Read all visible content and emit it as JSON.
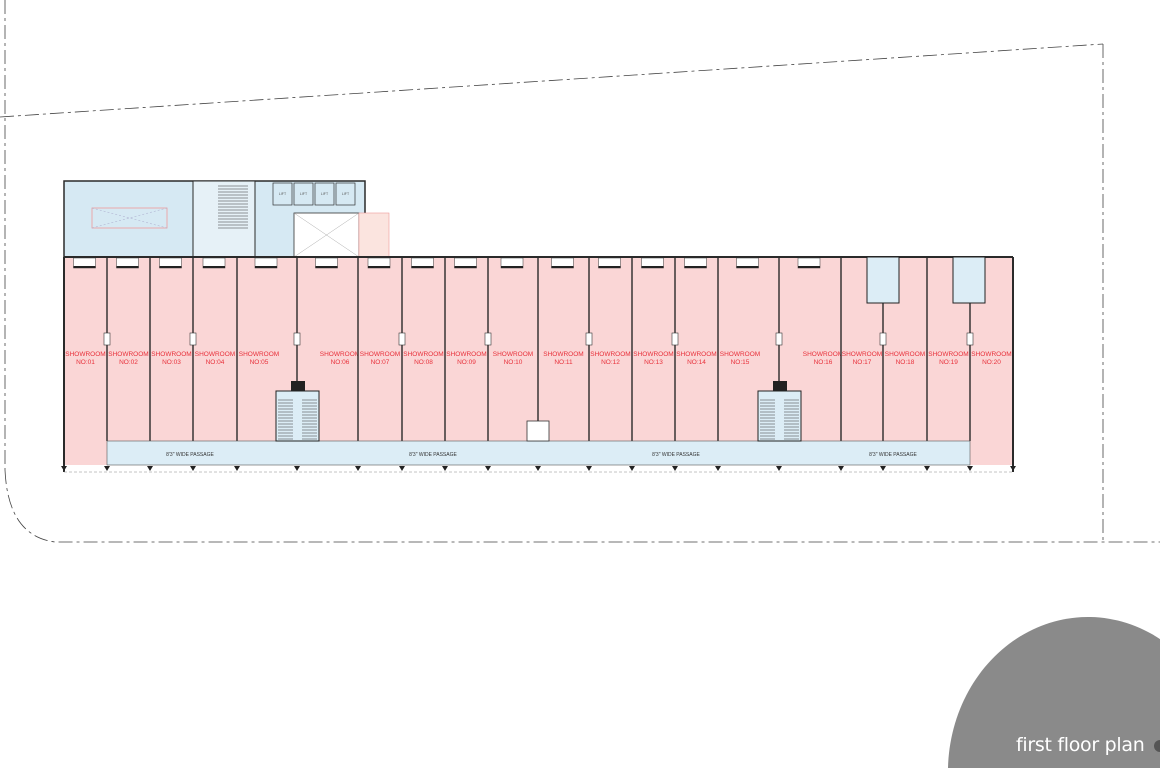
{
  "title": "first floor plan",
  "colors": {
    "showroom_fill": "#fad6d6",
    "passage_fill": "#dcedf6",
    "core_fill": "#d6e9f3",
    "label_red": "#e8303a",
    "wall": "#2a2a2a",
    "badge_gray": "#8a8a8a"
  },
  "showrooms": [
    {
      "name": "SHOWROOM",
      "number": "NO:01"
    },
    {
      "name": "SHOWROOM",
      "number": "NO:02"
    },
    {
      "name": "SHOWROOM",
      "number": "NO:03"
    },
    {
      "name": "SHOWROOM",
      "number": "NO:04"
    },
    {
      "name": "SHOWROOM",
      "number": "NO:05"
    },
    {
      "name": "SHOWROOM",
      "number": "NO:06"
    },
    {
      "name": "SHOWROOM",
      "number": "NO:07"
    },
    {
      "name": "SHOWROOM",
      "number": "NO:08"
    },
    {
      "name": "SHOWROOM",
      "number": "NO:09"
    },
    {
      "name": "SHOWROOM",
      "number": "NO:10"
    },
    {
      "name": "SHOWROOM",
      "number": "NO:11"
    },
    {
      "name": "SHOWROOM",
      "number": "NO:12"
    },
    {
      "name": "SHOWROOM",
      "number": "NO:13"
    },
    {
      "name": "SHOWROOM",
      "number": "NO:14"
    },
    {
      "name": "SHOWROOM",
      "number": "NO:15"
    },
    {
      "name": "SHOWROOM",
      "number": "NO:16"
    },
    {
      "name": "SHOWROOM",
      "number": "NO:17"
    },
    {
      "name": "SHOWROOM",
      "number": "NO:18"
    },
    {
      "name": "SHOWROOM",
      "number": "NO:19"
    },
    {
      "name": "SHOWROOM",
      "number": "NO:20"
    }
  ],
  "passage_labels": [
    "8'3\" WIDE PASSAGE",
    "8'3\" WIDE PASSAGE",
    "8'3\" WIDE PASSAGE",
    "8'3\" WIDE PASSAGE"
  ],
  "lift_label": "LIFT",
  "lifts": 4
}
